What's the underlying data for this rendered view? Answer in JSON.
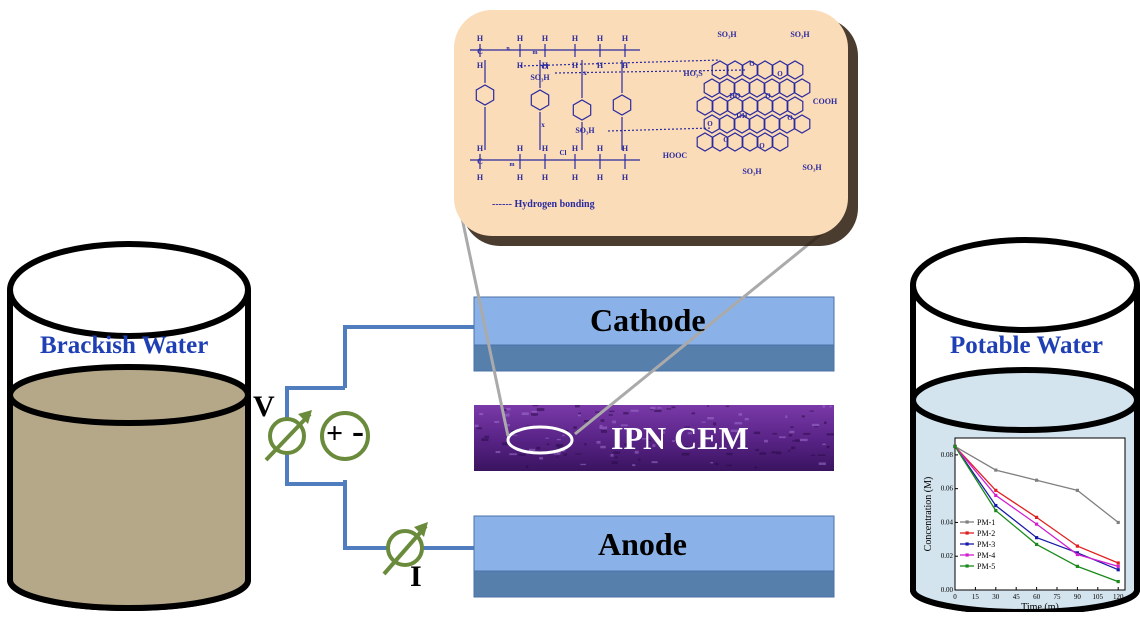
{
  "tanks": {
    "left": {
      "label": "Brackish Water",
      "label_color": "#1f3fb5",
      "water_color": "#b5a888"
    },
    "right": {
      "label": "Potable Water",
      "label_color": "#1f3fb5",
      "water_color": "#d3e4ee"
    }
  },
  "electrodes": {
    "cathode": "Cathode",
    "anode": "Anode",
    "membrane": "IPN CEM",
    "plate_color": "#8bb2e8",
    "membrane_color": "#5a2a8a"
  },
  "circuit": {
    "voltmeter_label": "V",
    "ammeter_label": "I",
    "source_plus": "+",
    "source_minus": "-",
    "wire_color": "#4f7dbd",
    "meter_color": "#6a8b3c"
  },
  "structure": {
    "background": "#fbdcb8",
    "legend": "Hydrogen bonding",
    "labels": {
      "so3h": "SO₃H",
      "hooc": "HOOC",
      "cooh": "COOH",
      "ho3s": "HO₃S",
      "oh": "OH",
      "ho": "HO",
      "h": "H",
      "c": "C",
      "cl": "Cl",
      "n": "n",
      "m": "m",
      "x": "x",
      "o": "O"
    }
  },
  "chart_data": {
    "type": "line",
    "xlabel": "Time (m)",
    "ylabel": "Concentration (M)",
    "x": [
      0,
      30,
      60,
      90,
      120
    ],
    "xticks": [
      0,
      15,
      30,
      45,
      60,
      75,
      90,
      105,
      120
    ],
    "yticks": [
      0.0,
      0.02,
      0.04,
      0.06,
      0.08
    ],
    "xlim": [
      0,
      125
    ],
    "ylim": [
      0,
      0.09
    ],
    "legend_position": "left",
    "series": [
      {
        "name": "PM-1",
        "color": "#808080",
        "values": [
          0.085,
          0.071,
          0.065,
          0.059,
          0.04
        ]
      },
      {
        "name": "PM-2",
        "color": "#e02020",
        "values": [
          0.085,
          0.059,
          0.043,
          0.026,
          0.016
        ]
      },
      {
        "name": "PM-3",
        "color": "#1a1aa8",
        "values": [
          0.085,
          0.05,
          0.031,
          0.022,
          0.012
        ]
      },
      {
        "name": "PM-4",
        "color": "#d020d0",
        "values": [
          0.085,
          0.056,
          0.039,
          0.021,
          0.014
        ]
      },
      {
        "name": "PM-5",
        "color": "#1a8a1a",
        "values": [
          0.085,
          0.047,
          0.027,
          0.014,
          0.005
        ]
      }
    ]
  }
}
